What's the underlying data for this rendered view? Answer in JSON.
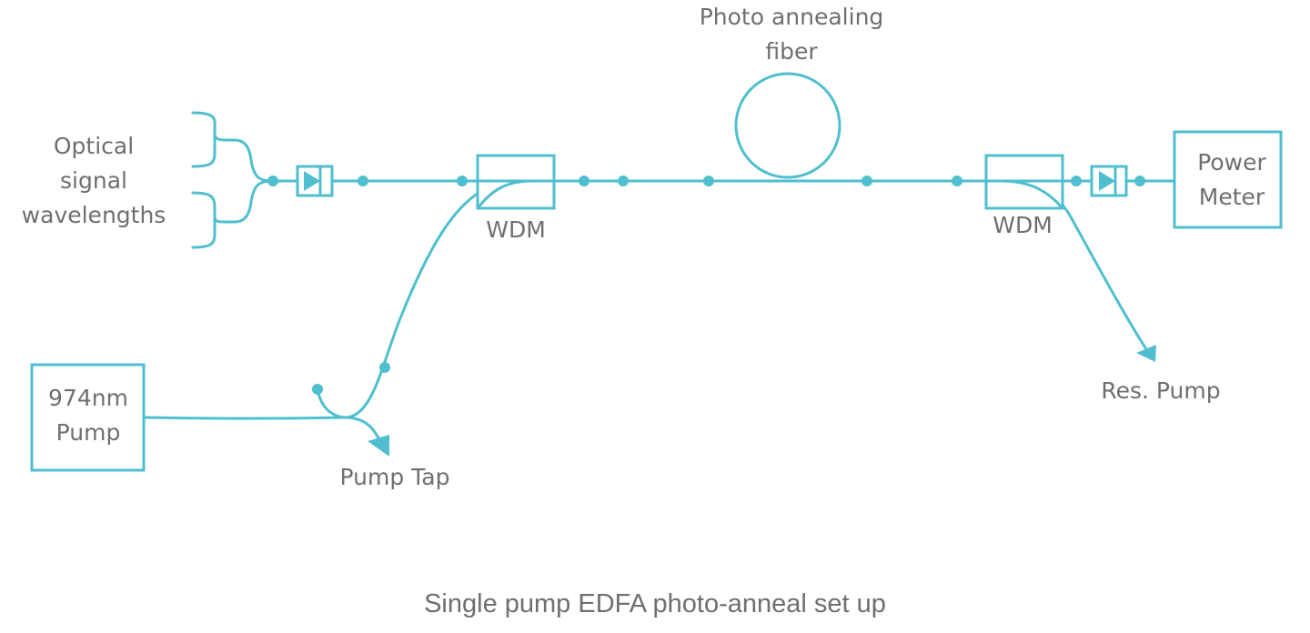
{
  "labels": {
    "optical_signal": "Optical\nsignal\nwavelengths",
    "photo_annealing_fiber": "Photo annealing\nfiber",
    "wdm_left": "WDM",
    "wdm_right": "WDM",
    "power_meter": "Power\nMeter",
    "pump": "974nm\nPump",
    "pump_tap": "Pump Tap",
    "res_pump": "Res. Pump"
  },
  "caption": "Single pump EDFA photo-anneal set up",
  "colors": {
    "fiber": "#4fbfcf",
    "text": "#6f6f6f"
  },
  "icons": {
    "isolator": "isolator-symbol",
    "splice": "splice-dot",
    "arrow": "arrowhead"
  }
}
